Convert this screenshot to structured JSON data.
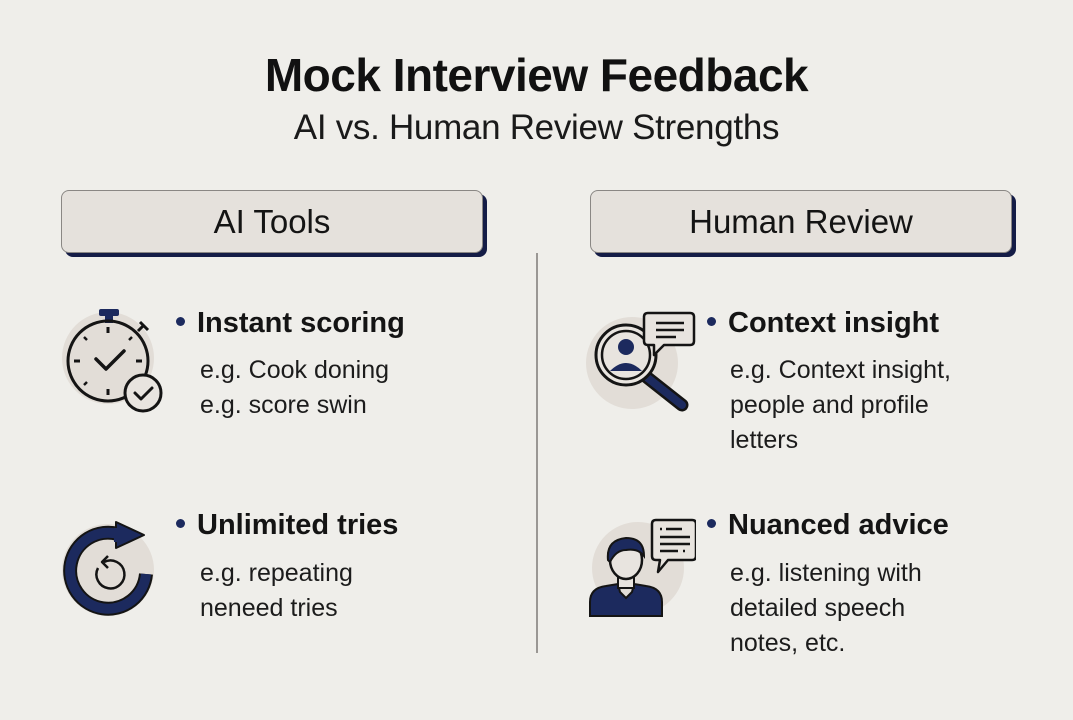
{
  "header": {
    "title": "Mock Interview Feedback",
    "subtitle": "AI vs. Human Review Strengths"
  },
  "columns": [
    {
      "label": "AI Tools",
      "items": [
        {
          "icon": "stopwatch-check-icon",
          "title": "Instant scoring",
          "desc_lines": [
            "e.g. Cook doning",
            "e.g. score swin"
          ]
        },
        {
          "icon": "repeat-arrow-icon",
          "title": "Unlimited tries",
          "desc_lines": [
            "e.g. repeating",
            "neneed tries"
          ]
        }
      ]
    },
    {
      "label": "Human Review",
      "items": [
        {
          "icon": "magnifier-person-chat-icon",
          "title": "Context insight",
          "desc_lines": [
            "e.g. Context insight,",
            "people and profile",
            "letters"
          ]
        },
        {
          "icon": "person-speech-bubble-icon",
          "title": "Nuanced advice",
          "desc_lines": [
            "e.g. listening with",
            "detailed speech",
            "notes, etc."
          ]
        }
      ]
    }
  ],
  "colors": {
    "background": "#efeeea",
    "header_fill": "#e5e1dc",
    "accent_navy": "#1c2a5e",
    "icon_circle": "#e2ddd7",
    "text": "#141414"
  }
}
